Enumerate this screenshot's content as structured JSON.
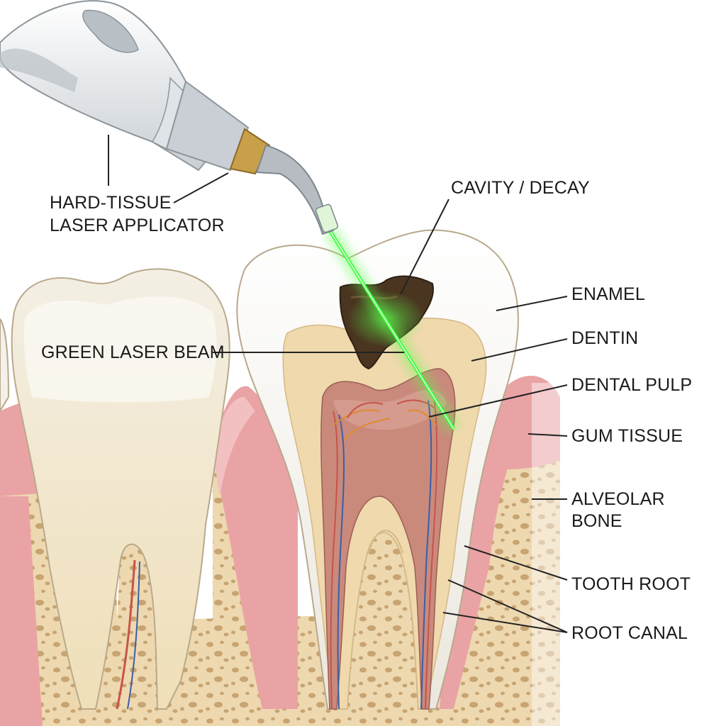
{
  "labels": {
    "applicator": [
      "HARD-TISSUE",
      "LASER APPLICATOR"
    ],
    "cavity": "CAVITY / DECAY",
    "enamel": "ENAMEL",
    "dentin": "DENTIN",
    "beam": "GREEN LASER BEAM",
    "pulp": "DENTAL PULP",
    "gum": "GUM TISSUE",
    "bone": [
      "ALVEOLAR",
      "BONE"
    ],
    "root": "TOOTH ROOT",
    "canal": "ROOT CANAL"
  },
  "colors": {
    "enamel": "#f7f5f0",
    "dentin": "#efd9ad",
    "pulp": "#c98a7c",
    "gum": "#eaa3a5",
    "bone": "#eed8b0",
    "laser": "#39ff3a",
    "decay": "#4a3520",
    "handpiece": "#e9ecef",
    "leader": "#222222"
  },
  "icons": [
    "laser-handpiece-icon"
  ]
}
